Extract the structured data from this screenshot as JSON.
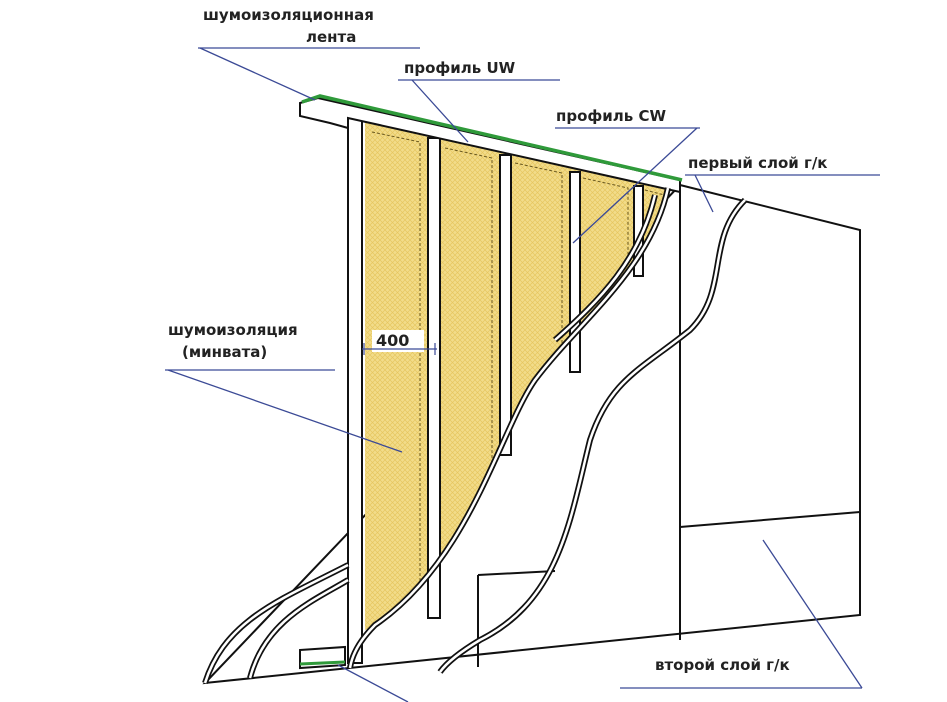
{
  "labels": {
    "tape_line1": "шумоизоляционная",
    "tape_line2": "лента",
    "profile_uw": "профиль UW",
    "profile_cw": "профиль CW",
    "first_layer": "первый слой г/к",
    "insulation_line1": "шумоизоляция",
    "insulation_line2": "(минвата)",
    "spacing": "400",
    "second_layer": "второй слой г/к"
  },
  "colors": {
    "insulation": "#f2dc8a",
    "tape": "#2f9a3a",
    "leader": "#3b4a96",
    "outline": "#111111"
  }
}
